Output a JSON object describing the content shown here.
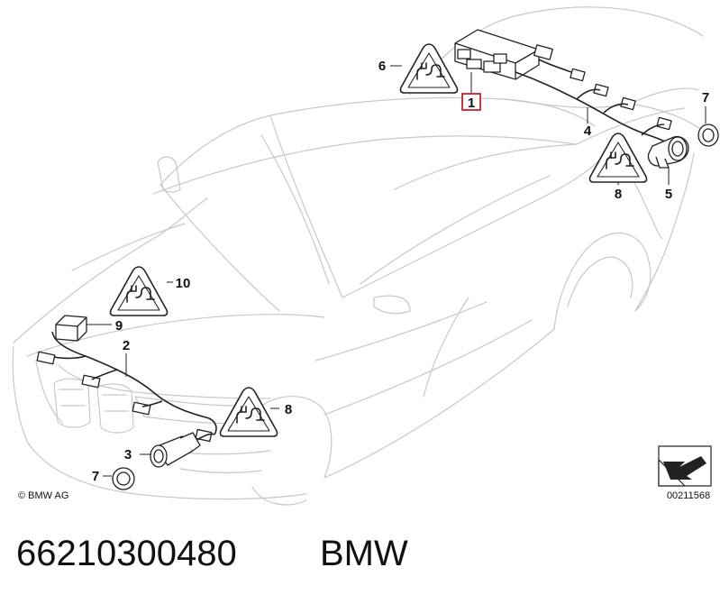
{
  "callouts": {
    "c1": "1",
    "c2": "2",
    "c3": "3",
    "c4": "4",
    "c5": "5",
    "c6": "6",
    "c7_front": "7",
    "c7_rear": "7",
    "c8_front": "8",
    "c8_rear": "8",
    "c9": "9",
    "c10": "10"
  },
  "copyright": "© BMW AG",
  "diagram_number": "00211568",
  "part_number": "66210300480",
  "brand": "BMW",
  "colors": {
    "highlight_box": "#c8232c",
    "car_outline": "#c8c8c8",
    "parts": "#222222"
  },
  "icons": [
    "ground-symbol-icon",
    "arrow-corner-icon"
  ]
}
